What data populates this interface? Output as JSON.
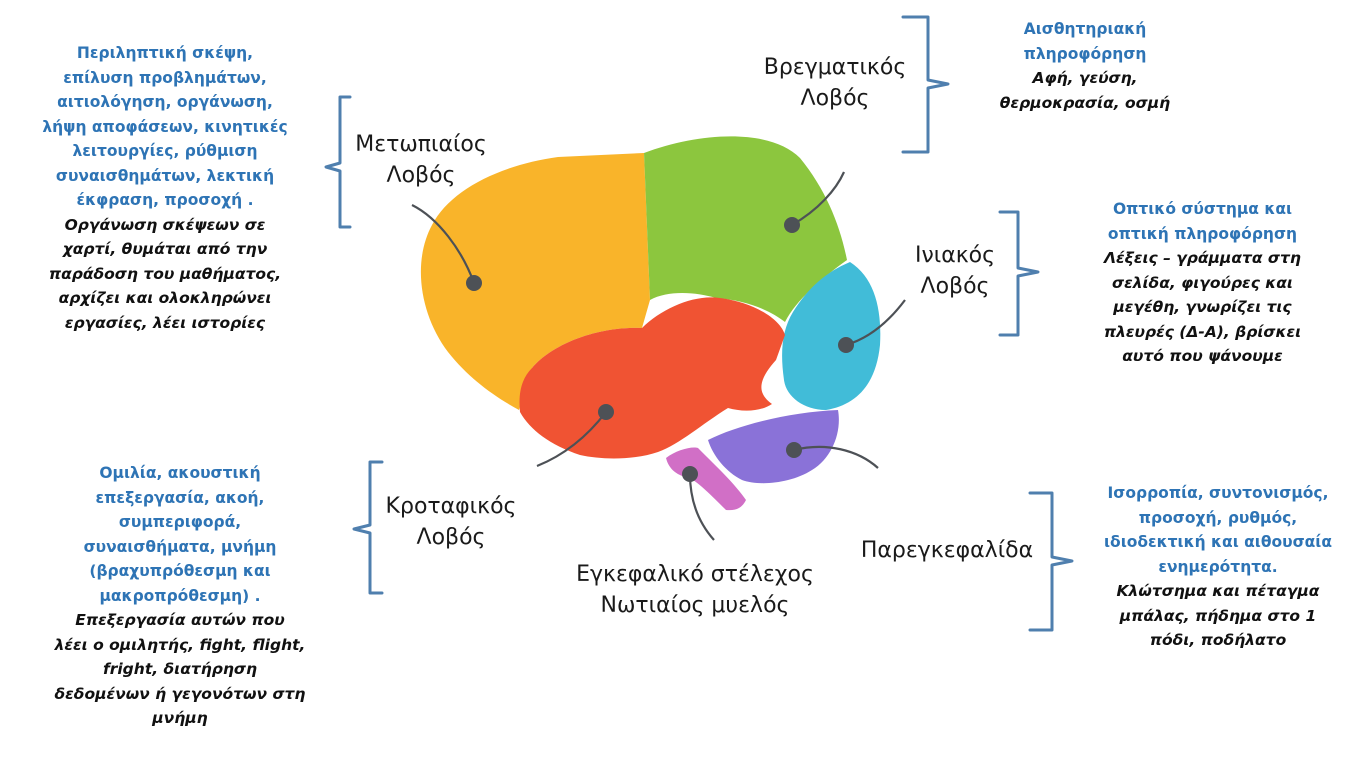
{
  "colors": {
    "frontal": "#f9b42a",
    "parietal": "#8cc63e",
    "occipital": "#41bcd8",
    "temporal": "#f05333",
    "cerebellum": "#8a72d8",
    "brainstem": "#d16fc6",
    "bracket": "#4f7fae",
    "connector": "#4d5156",
    "function_text": "#2e74b5",
    "example_text": "#111111"
  },
  "lobes": {
    "frontal": {
      "label": [
        "Μετωπιαίος",
        "Λοβός"
      ],
      "functions": [
        "Περιληπτική σκέψη,",
        "επίλυση προβλημάτων,",
        "αιτιολόγηση, οργάνωση,",
        "λήψη αποφάσεων, κινητικές",
        "λειτουργίες, ρύθμιση",
        "συναισθημάτων, λεκτική",
        "έκφραση, προσοχή ."
      ],
      "examples": [
        "Οργάνωση σκέψεων σε",
        "χαρτί, θυμάται από την",
        "παράδοση του μαθήματος,",
        "αρχίζει και ολοκληρώνει",
        "εργασίες, λέει ιστορίες"
      ]
    },
    "parietal": {
      "label": [
        "Βρεγματικός",
        "Λοβός"
      ],
      "functions": [
        "Αισθητηριακή",
        "πληροφόρηση"
      ],
      "examples": [
        "Αφή, γεύση,",
        "θερμοκρασία, οσμή"
      ]
    },
    "occipital": {
      "label": [
        "Ινιακός",
        "Λοβός"
      ],
      "functions": [
        "Οπτικό σύστημα και",
        "οπτική πληροφόρηση"
      ],
      "examples": [
        "Λέξεις – γράμματα στη",
        "σελίδα, φιγούρες και",
        "μεγέθη, γνωρίζει τις",
        "πλευρές (Δ-Α), βρίσκει",
        "αυτό που ψάνουμε"
      ]
    },
    "temporal": {
      "label": [
        "Κροταφικός",
        "Λοβός"
      ],
      "functions": [
        "Ομιλία, ακουστική",
        "επεξεργασία, ακοή,",
        "συμπεριφορά,",
        "συναισθήματα, μνήμη",
        "(βραχυπρόθεσμη και",
        "μακροπρόθεσμη) ."
      ],
      "examples": [
        "Επεξεργασία αυτών που",
        "λέει ο ομιλητής, fight, flight,",
        "fright, διατήρηση",
        "δεδομένων ή γεγονότων στη",
        "μνήμη"
      ]
    },
    "cerebellum": {
      "label": [
        "Παρεγκεφαλίδα"
      ],
      "functions": [
        "Ισορροπία, συντονισμός,",
        "προσοχή, ρυθμός,",
        "ιδιοδεκτική και αιθουσαία",
        "ενημερότητα."
      ],
      "examples": [
        "Κλώτσημα και πέταγμα",
        "μπάλας, πήδημα στο 1",
        "πόδι, ποδήλατο"
      ]
    },
    "brainstem": {
      "label": [
        "Εγκεφαλικό στέλεχος",
        "Νωτιαίος μυελός"
      ]
    }
  }
}
